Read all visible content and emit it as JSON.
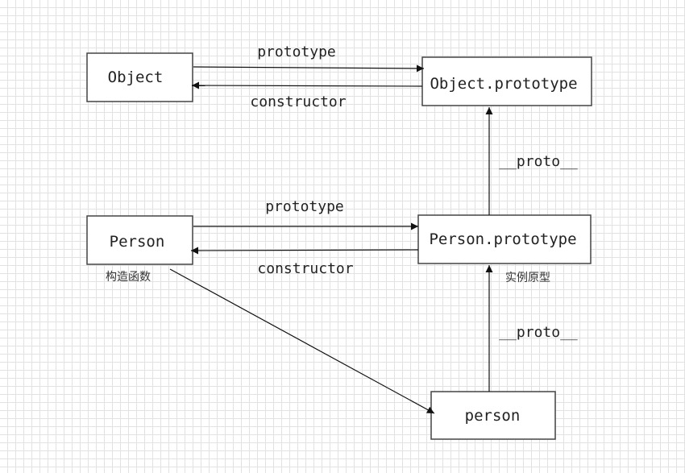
{
  "nodes": {
    "object": "Object",
    "object_prototype": "Object.prototype",
    "person": "Person",
    "person_prototype": "Person.prototype",
    "person_instance": "person"
  },
  "edges": {
    "object_prototype_label": "prototype",
    "object_constructor_label": "constructor",
    "person_prototype_label": "prototype",
    "person_constructor_label": "constructor",
    "person_prototype_proto_label": "__proto__",
    "person_instance_proto_label": "__proto__"
  },
  "notes": {
    "constructor_function": "构造函数",
    "instance_prototype": "实例原型"
  }
}
